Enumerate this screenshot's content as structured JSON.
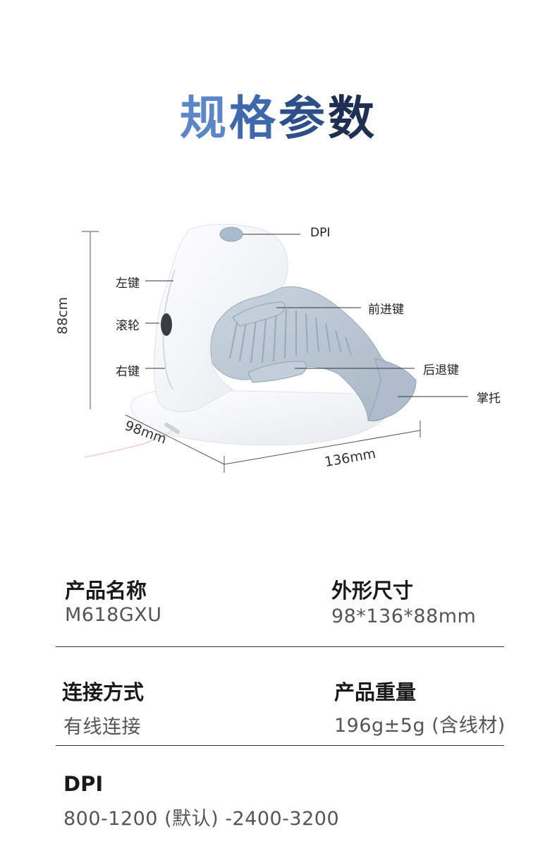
{
  "title": {
    "c1": "规",
    "c2": "格",
    "c3": "参",
    "c4": "数"
  },
  "diagram": {
    "labels": {
      "dpi": "DPI",
      "left_key": "左键",
      "wheel": "滚轮",
      "right_key": "右键",
      "forward_key": "前进键",
      "back_key": "后退键",
      "palm_rest": "掌托"
    },
    "dimensions": {
      "height": "88cm",
      "width": "98mm",
      "length": "136mm"
    }
  },
  "specs": {
    "name": {
      "label": "产品名称",
      "value": "M618GXU"
    },
    "size": {
      "label": "外形尺寸",
      "value": "98*136*88mm"
    },
    "connection": {
      "label": "连接方式",
      "value": "有线连接"
    },
    "weight": {
      "label": "产品重量",
      "value": "196g±5g (含线材)"
    },
    "dpi": {
      "label": "DPI",
      "value": "800-1200 (默认) -2400-3200"
    }
  },
  "colors": {
    "mouse_body": "#f4f5f7",
    "mouse_grey_blue": "#b9c6d3",
    "title_dark": "#1e2f52",
    "title_light": "#5b86c9"
  }
}
